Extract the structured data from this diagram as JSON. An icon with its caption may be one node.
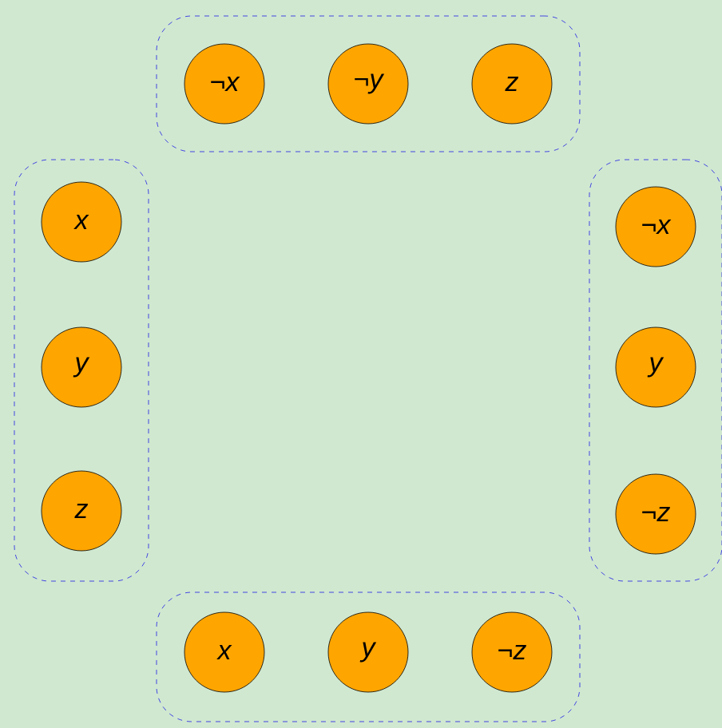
{
  "diagram": {
    "nodes": [
      {
        "text": [],
        "shape": "box"
      },
      {
        "text": [
          "¬x"
        ],
        "in": 0
      },
      {
        "text": [
          "¬y"
        ],
        "in": 0
      },
      {
        "text": [
          "z"
        ],
        "in": 0
      },
      {
        "text": [],
        "shape": "box"
      },
      {
        "text": [
          "x"
        ],
        "in": 4
      },
      {
        "text": [
          "y"
        ],
        "in": 4
      },
      {
        "text": [
          "z"
        ],
        "in": 4
      },
      {
        "text": [],
        "shape": "box"
      },
      {
        "text": [
          "¬x"
        ],
        "in": 8
      },
      {
        "text": [
          "y"
        ],
        "in": 8
      },
      {
        "text": [
          "¬z"
        ],
        "in": 8
      },
      {
        "text": [],
        "shape": "box"
      },
      {
        "text": [
          "x"
        ],
        "in": 12
      },
      {
        "text": [
          "y"
        ],
        "in": 12
      },
      {
        "text": [
          "¬z"
        ],
        "in": 12
      }
    ]
  }
}
